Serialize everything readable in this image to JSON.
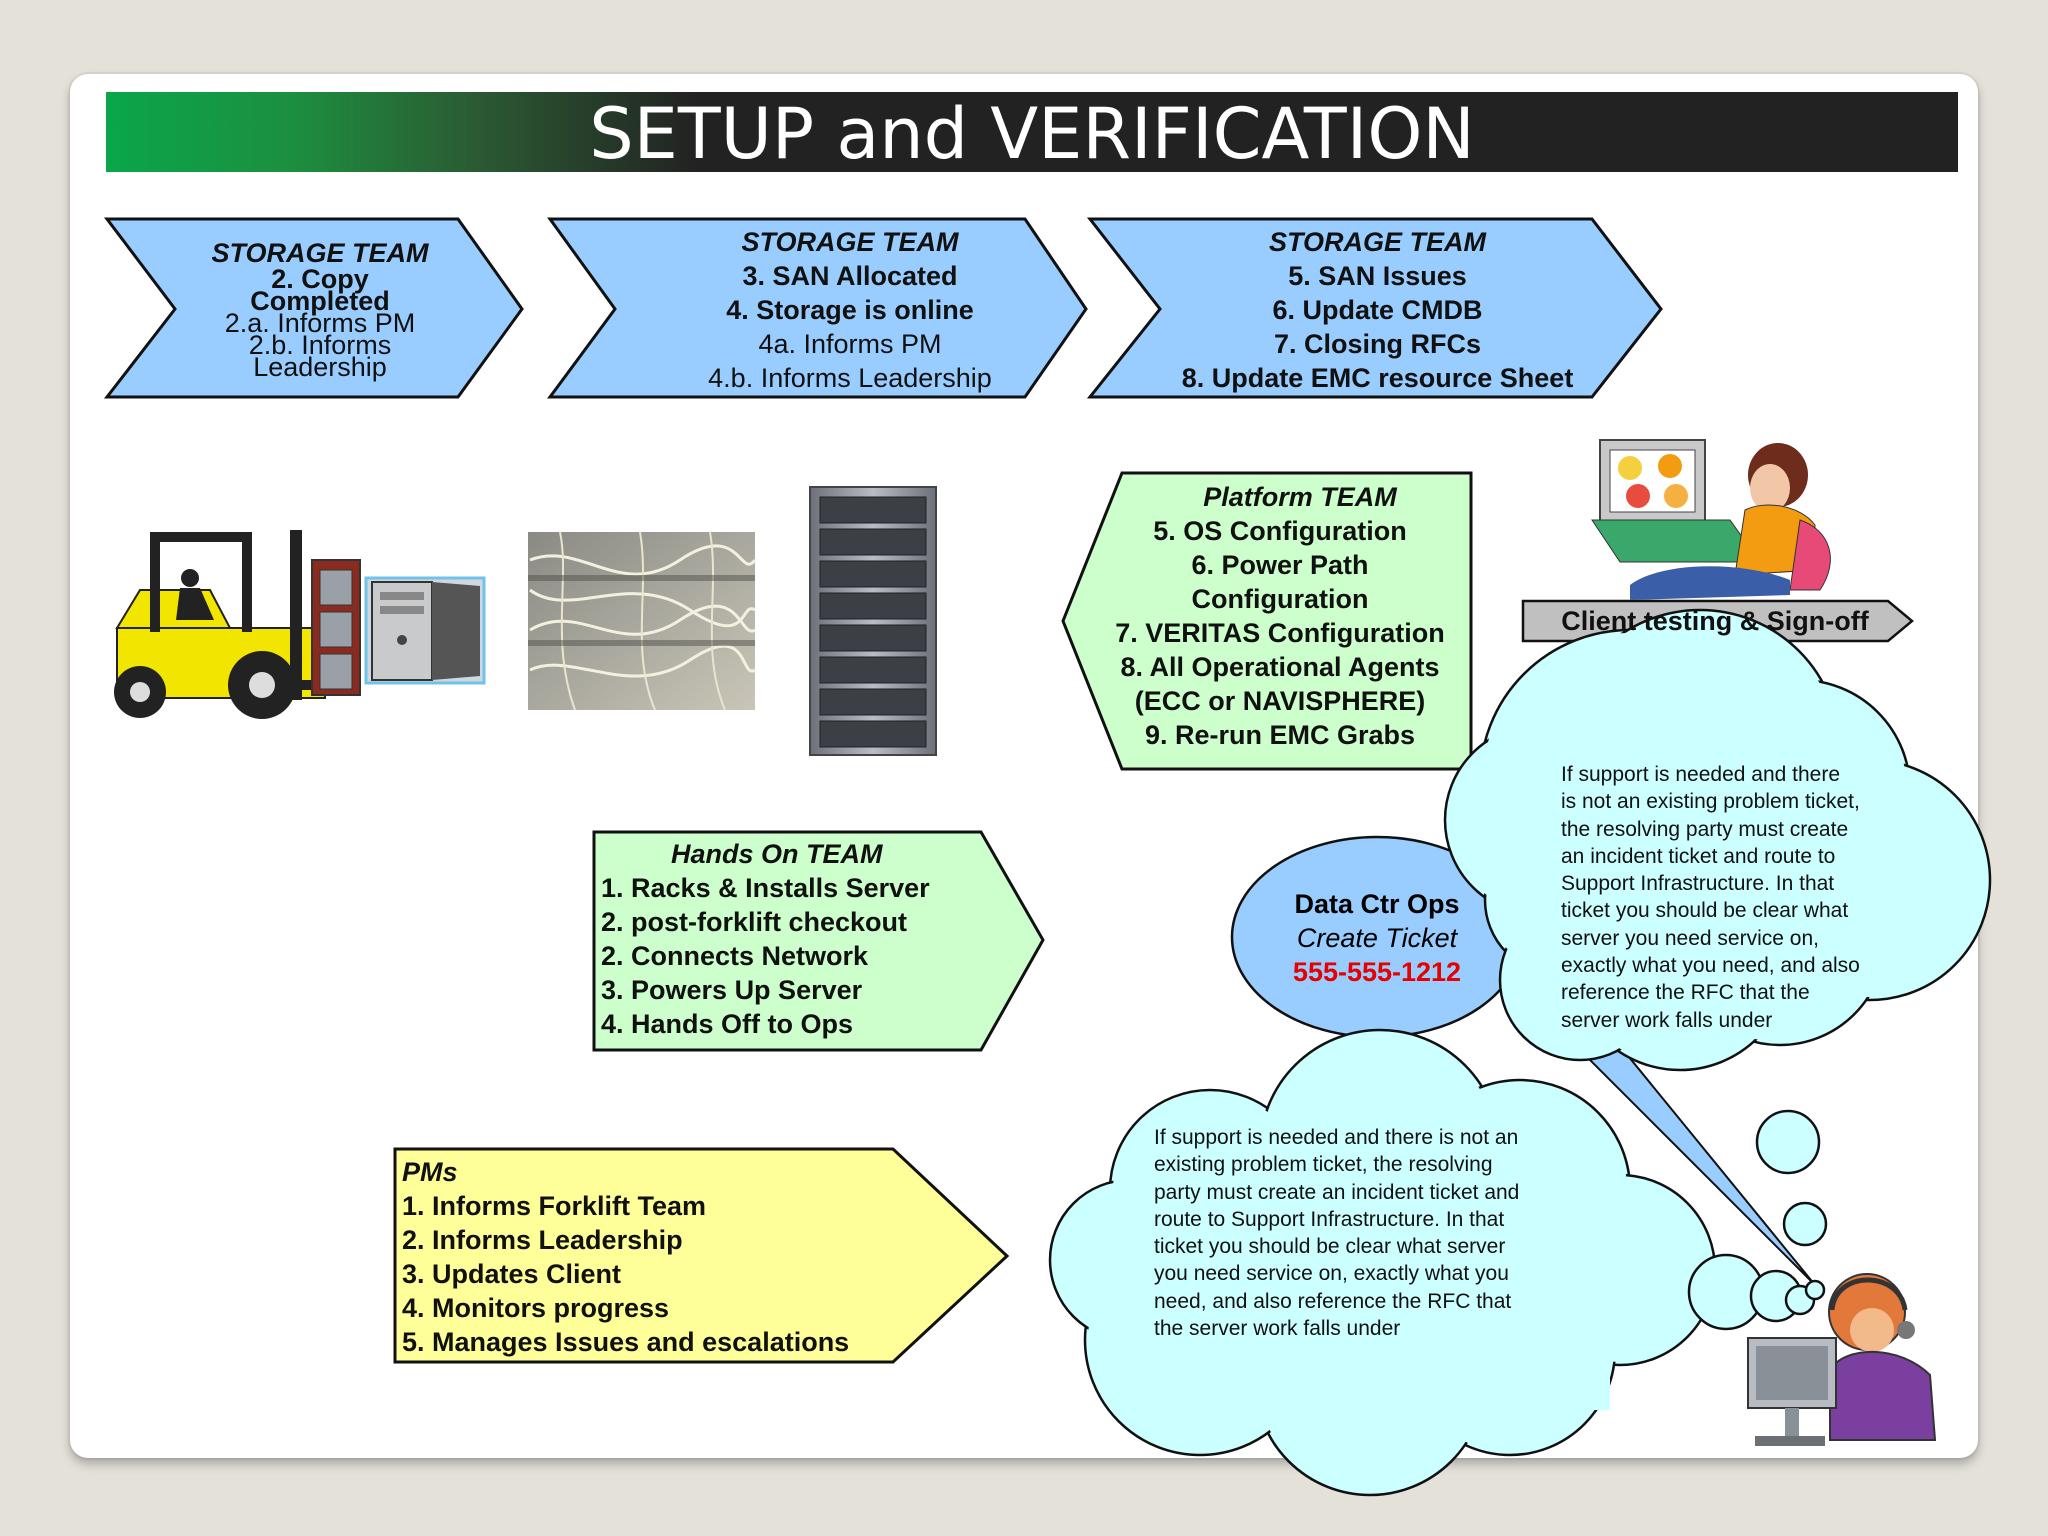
{
  "title": "SETUP and VERIFICATION",
  "storage1": {
    "team": "STORAGE TEAM",
    "lines": [
      "2. Copy",
      "Completed",
      "2.a. Informs PM",
      "2.b. Informs",
      "Leadership"
    ]
  },
  "storage2": {
    "team": "STORAGE TEAM",
    "lines": [
      "3. SAN Allocated",
      "4. Storage is online",
      "4a. Informs PM",
      "4.b. Informs Leadership"
    ]
  },
  "storage3": {
    "team": "STORAGE TEAM",
    "lines": [
      "5. SAN Issues",
      "6. Update CMDB",
      "7. Closing RFCs",
      "8. Update EMC resource Sheet"
    ]
  },
  "platform": {
    "team": "Platform TEAM",
    "lines": [
      "5. OS Configuration",
      "6. Power Path",
      "Configuration",
      "7. VERITAS Configuration",
      "8. All Operational Agents",
      "(ECC or NAVISPHERE)",
      "9. Re-run EMC Grabs"
    ]
  },
  "client_label": "Client testing & Sign-off",
  "hands_on": {
    "team": "Hands On TEAM",
    "lines": [
      "1. Racks & Installs Server",
      "2. post-forklift checkout",
      "2. Connects Network",
      "3. Powers Up Server",
      "4. Hands Off to Ops"
    ]
  },
  "pms": {
    "team": "PMs",
    "lines": [
      "1. Informs Forklift Team",
      "2. Informs Leadership",
      "3. Updates Client",
      "4. Monitors progress",
      "5. Manages Issues and escalations"
    ]
  },
  "data_ctr": {
    "title": "Data Ctr Ops",
    "subtitle": "Create Ticket",
    "phone": "555-555-1212"
  },
  "cloud_top": {
    "lines": [
      "If support is needed and there",
      "is not an existing problem ticket,",
      "the resolving party must create",
      "an incident ticket and route to",
      "Support Infrastructure. In that",
      "ticket you should be clear what",
      "server you need service on,",
      "exactly what you need, and also",
      "reference the RFC that the",
      "server work falls under"
    ]
  },
  "cloud_bottom": {
    "lines": [
      "If support is needed and there is not an",
      "existing problem ticket, the resolving",
      "party must create an incident ticket and",
      "route to Support Infrastructure. In that",
      "ticket you should be clear what server",
      "you need service on, exactly what you",
      "need, and also reference the RFC that",
      "the server work falls under"
    ]
  },
  "colors": {
    "storage_fill": "#99ccff",
    "green_fill": "#ccffcc",
    "yellow_fill": "#ffff99",
    "cloud_fill": "#ccffff",
    "ellipse_fill": "#99ccff",
    "phone_red": "#e60000",
    "grey_label": "#c0c0c0"
  }
}
